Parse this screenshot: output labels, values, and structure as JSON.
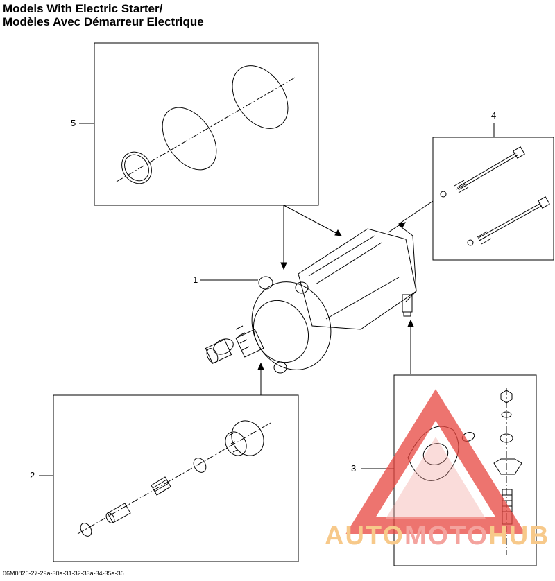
{
  "title": {
    "line1": "Models With Electric Starter/",
    "line2": "Modèles Avec Démarreur Electrique"
  },
  "callouts": [
    "1",
    "2",
    "3",
    "4",
    "5"
  ],
  "footer_code": "06M0826-27-29a-30a-31-32-33a-34-35a-36",
  "watermark": {
    "part1": "AUTO",
    "part2": "MOTO",
    "part3": "HUB"
  },
  "colors": {
    "line": "#000000",
    "watermark_red": "#e8463f",
    "watermark_orange": "#f5b56b"
  }
}
